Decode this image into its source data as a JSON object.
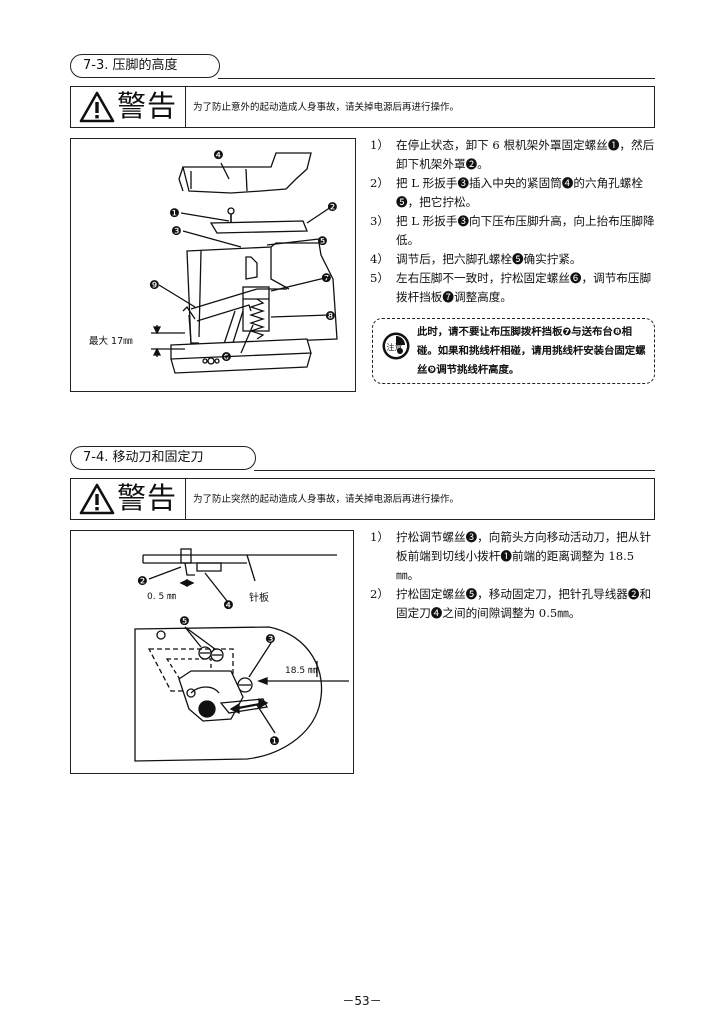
{
  "section1": {
    "title": "7-3. 压脚的高度",
    "warning_word": "警告",
    "warning_text": "为了防止意外的起动造成人身事故，请关掉电源后再进行操作。",
    "figure": {
      "label_max": "最大 17㎜",
      "callouts": [
        "❹",
        "❶",
        "❷",
        "❸",
        "❺",
        "❾",
        "❼",
        "❽",
        "❻"
      ]
    },
    "steps": [
      {
        "num": "1）",
        "text": "在停止状态，卸下 6 根机架外罩固定螺丝❶，然后卸下机架外罩❷。"
      },
      {
        "num": "2）",
        "text": "把 L 形扳手❸插入中央的紧固筒❹的六角孔螺栓❺，把它拧松。"
      },
      {
        "num": "3）",
        "text": "把 L 形扳手❸向下压布压脚升高，向上抬布压脚降低。"
      },
      {
        "num": "4）",
        "text": "调节后，把六脚孔螺栓❺确实拧紧。"
      },
      {
        "num": "5）",
        "text": "左右压脚不一致时，拧松固定螺丝❻，调节布压脚拨杆挡板❼调整高度。"
      }
    ],
    "note_icon_label": "注意",
    "note_text": "此时，请不要让布压脚拨杆挡板❼与送布台❽相碰。如果和挑线杆相碰，请用挑线杆安装台固定螺丝❾调节挑线杆高度。"
  },
  "section2": {
    "title": "7-4. 移动刀和固定刀",
    "warning_word": "警告",
    "warning_text": "为了防止突然的起动造成人身事故，请关掉电源后再进行操作。",
    "figure": {
      "label_gap": "0. 5 ㎜",
      "label_plate": "针板",
      "label_dist": "18.5 ㎜",
      "callouts": [
        "❷",
        "❹",
        "❺",
        "❸",
        "❶"
      ]
    },
    "steps": [
      {
        "num": "1）",
        "text": "拧松调节螺丝❸，向箭头方向移动活动刀，把从针板前端到切线小拨杆❶前端的距离调整为 18.5㎜。"
      },
      {
        "num": "2）",
        "text": "拧松固定螺丝❺，移动固定刀，把针孔导线器❷和固定刀❹之间的间隙调整为 0.5㎜。"
      }
    ]
  },
  "page_number": "－53－"
}
